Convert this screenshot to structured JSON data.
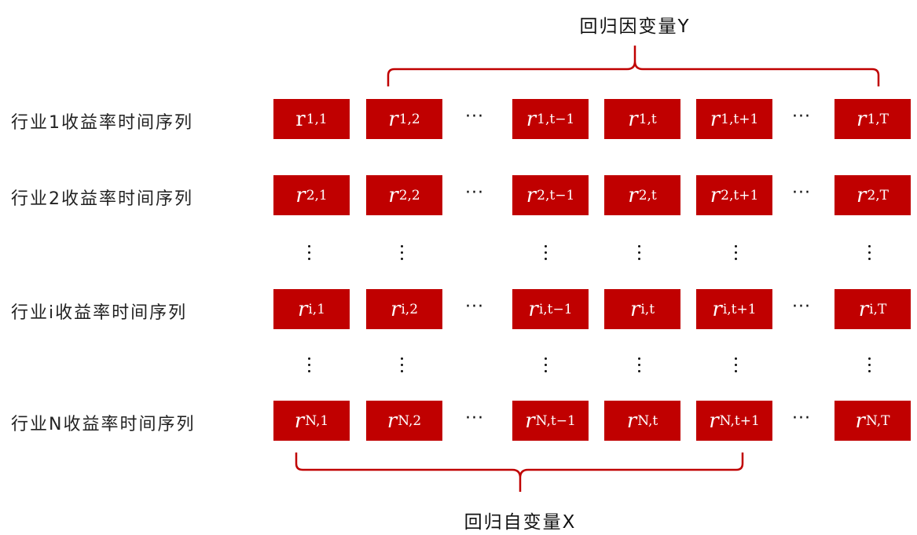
{
  "top_label": "回归因变量Y",
  "bottom_label": "回归自变量X",
  "accent_color": "#c00000",
  "ellipsis": "···",
  "rows": [
    {
      "label": "行业1收益率时间序列",
      "cells": [
        [
          "r",
          "1,1"
        ],
        [
          "r",
          "1,2"
        ],
        [
          "r",
          "1,t−1"
        ],
        [
          "r",
          "1,t"
        ],
        [
          "r",
          "1,t+1"
        ],
        [
          "r",
          "1,T"
        ]
      ]
    },
    {
      "label": "行业2收益率时间序列",
      "cells": [
        [
          "r",
          "2,1"
        ],
        [
          "r",
          "2,2"
        ],
        [
          "r",
          "2,t−1"
        ],
        [
          "r",
          "2,t"
        ],
        [
          "r",
          "2,t+1"
        ],
        [
          "r",
          "2,T"
        ]
      ]
    },
    {
      "label": "行业i收益率时间序列",
      "cells": [
        [
          "r",
          "i,1"
        ],
        [
          "r",
          "i,2"
        ],
        [
          "r",
          "i,t−1"
        ],
        [
          "r",
          "i,t"
        ],
        [
          "r",
          "i,t+1"
        ],
        [
          "r",
          "i,T"
        ]
      ]
    },
    {
      "label": "行业N收益率时间序列",
      "cells": [
        [
          "r",
          "N,1"
        ],
        [
          "r",
          "N,2"
        ],
        [
          "r",
          "N,t−1"
        ],
        [
          "r",
          "N,t"
        ],
        [
          "r",
          "N,t+1"
        ],
        [
          "r",
          "N,T"
        ]
      ]
    }
  ]
}
